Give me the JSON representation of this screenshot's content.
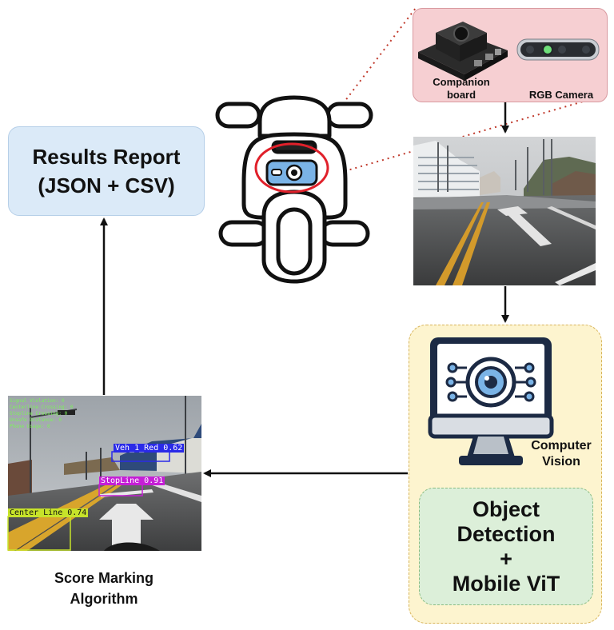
{
  "results_report": {
    "line1": "Results Report",
    "line2": "(JSON + CSV)"
  },
  "hardware": {
    "companion_board": "Companion\nboard",
    "camera": "RGB Camera"
  },
  "computer_vision": {
    "label": "Computer\nVision"
  },
  "detection": {
    "line1": "Object",
    "line2": "Detection",
    "line3": "+",
    "line4": "Mobile ViT"
  },
  "algorithm": {
    "label": "Score Marking\nAlgorithm"
  },
  "detections": [
    {
      "label": "Veh_1_Red 0.62",
      "color": "#2a2ae8"
    },
    {
      "label": "StopLine 0.91",
      "color": "#c51fd6"
    },
    {
      "label": "Center Line 0.74",
      "color": "#c7e32a"
    }
  ],
  "colors": {
    "accent_red": "#e0202a",
    "arrow": "#111111"
  }
}
